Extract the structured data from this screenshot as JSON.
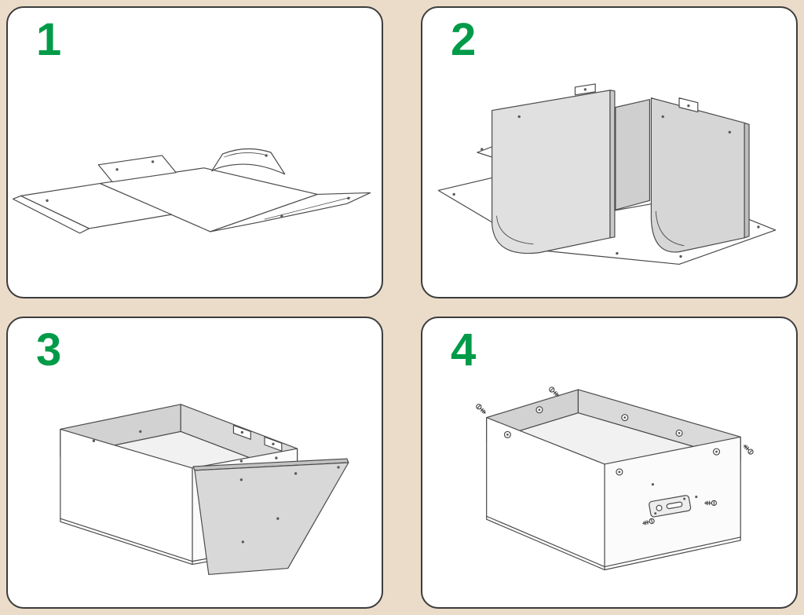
{
  "document": {
    "kind": "assembly-instruction-sheet",
    "background_color": "#ebdcca",
    "panel_background": "#ffffff",
    "panel_border_color": "#3c3c3c",
    "step_number_color": "#009b49",
    "line_color": "#4a4a4a",
    "metal_fill_color": "#dcdcdc"
  },
  "steps": [
    {
      "number": "1",
      "illustration": "flat-unfolded-metal-blank-with-holes"
    },
    {
      "number": "2",
      "illustration": "two-side-walls-folded-upright-on-flat-base"
    },
    {
      "number": "3",
      "illustration": "open-box-with-front-panel-being-attached"
    },
    {
      "number": "4",
      "illustration": "assembled-box-with-screws-and-latch-installed"
    }
  ]
}
